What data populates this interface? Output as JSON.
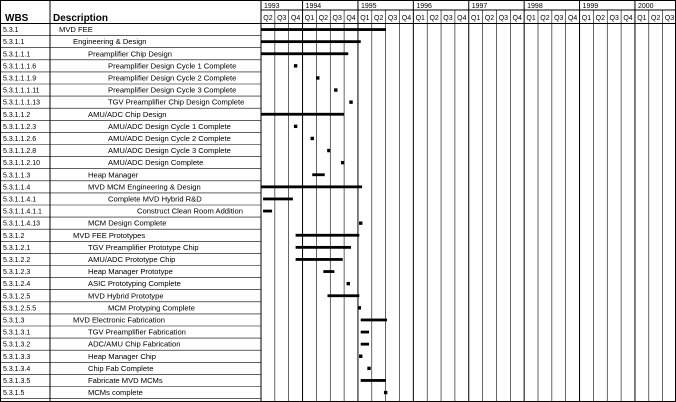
{
  "header": {
    "wbs_label": "WBS",
    "description_label": "Description"
  },
  "years": [
    "1993",
    "1994",
    "1995",
    "1996",
    "1997",
    "1998",
    "1999",
    "2000"
  ],
  "quarter_labels": [
    "Q2",
    "Q3",
    "Q4",
    "Q1",
    "Q2",
    "Q3",
    "Q4",
    "Q1",
    "Q2",
    "Q3",
    "Q4",
    "Q1",
    "Q2",
    "Q3",
    "Q4",
    "Q1",
    "Q2",
    "Q3",
    "Q4",
    "Q1",
    "Q2",
    "Q3",
    "Q4",
    "Q1",
    "Q2",
    "Q3",
    "Q4",
    "Q1",
    "Q2",
    "Q3"
  ],
  "chart_data": {
    "type": "gantt",
    "time_unit": "quarter index (0 = 1993 Q2)",
    "tasks": [
      {
        "wbs": "5.3.1",
        "name": "MVD FEE",
        "level": 1,
        "start": 0.0,
        "end": 9.0
      },
      {
        "wbs": "5.3.1.1",
        "name": "Engineering & Design",
        "level": 2,
        "start": 0.0,
        "end": 7.2
      },
      {
        "wbs": "5.3.1.1.1",
        "name": "Preamplifier Chip Design",
        "level": 3,
        "start": 0.0,
        "end": 6.3
      },
      {
        "wbs": "5.3.1.1.1.6",
        "name": "Preamplifier Design Cycle 1 Complete",
        "level": 4,
        "milestone": 2.5
      },
      {
        "wbs": "5.3.1.1.1.9",
        "name": "Preamplifier Design Cycle 2 Complete",
        "level": 4,
        "milestone": 4.1
      },
      {
        "wbs": "5.3.1.1.1.11",
        "name": "Preamplifier Design Cycle 3 Complete",
        "level": 4,
        "milestone": 5.4
      },
      {
        "wbs": "5.3.1.1.1.13",
        "name": "TGV Preamplifier Chip Design Complete",
        "level": 4,
        "milestone": 6.5
      },
      {
        "wbs": "5.3.1.1.2",
        "name": "AMU/ADC Chip Design",
        "level": 3,
        "start": 0.0,
        "end": 6.0
      },
      {
        "wbs": "5.3.1.1.2.3",
        "name": "AMU/ADC Design Cycle 1 Complete",
        "level": 4,
        "milestone": 2.5
      },
      {
        "wbs": "5.3.1.1.2.6",
        "name": "AMU/ADC Design Cycle 2 Complete",
        "level": 4,
        "milestone": 3.7
      },
      {
        "wbs": "5.3.1.1.2.8",
        "name": "AMU/ADC Design Cycle 3 Complete",
        "level": 4,
        "milestone": 4.9
      },
      {
        "wbs": "5.3.1.1.2.10",
        "name": "AMU/ADC Design Complete",
        "level": 4,
        "milestone": 5.9
      },
      {
        "wbs": "5.3.1.1.3",
        "name": "Heap Manager",
        "level": 3,
        "start": 3.7,
        "end": 4.6
      },
      {
        "wbs": "5.3.1.1.4",
        "name": "MVD MCM Engineering & Design",
        "level": 3,
        "start": 0.0,
        "end": 7.3
      },
      {
        "wbs": "5.3.1.1.4.1",
        "name": "Complete MVD Hybrid R&D",
        "level": 4,
        "start": 0.15,
        "end": 2.3
      },
      {
        "wbs": "5.3.1.1.4.1.1",
        "name": "Construct Clean Room Addition",
        "level": 5,
        "start": 0.15,
        "end": 0.8
      },
      {
        "wbs": "5.3.1.1.4.13",
        "name": "MCM Design Complete",
        "level": 3,
        "milestone": 7.2
      },
      {
        "wbs": "5.3.1.2",
        "name": "MVD FEE Prototypes",
        "level": 2,
        "start": 2.5,
        "end": 7.1
      },
      {
        "wbs": "5.3.1.2.1",
        "name": "TGV Preamplifier Prototype Chip",
        "level": 3,
        "start": 2.5,
        "end": 6.5
      },
      {
        "wbs": "5.3.1.2.2",
        "name": "AMU/ADC Prototype Chip",
        "level": 3,
        "start": 2.5,
        "end": 5.9
      },
      {
        "wbs": "5.3.1.2.3",
        "name": "Heap Manager Prototype",
        "level": 3,
        "start": 4.5,
        "end": 5.3
      },
      {
        "wbs": "5.3.1.2.4",
        "name": "ASIC Prototyping Complete",
        "level": 3,
        "milestone": 6.3
      },
      {
        "wbs": "5.3.1.2.5",
        "name": "MVD Hybrid Prototype",
        "level": 3,
        "start": 4.8,
        "end": 7.1
      },
      {
        "wbs": "5.3.1.2.5.5",
        "name": "MCM Protyping Complete",
        "level": 4,
        "milestone": 7.1
      },
      {
        "wbs": "5.3.1.3",
        "name": "MVD Electronic Fabrication",
        "level": 2,
        "start": 7.2,
        "end": 9.1
      },
      {
        "wbs": "5.3.1.3.1",
        "name": "TGV Preamplifier Fabrication",
        "level": 3,
        "start": 7.2,
        "end": 7.8
      },
      {
        "wbs": "5.3.1.3.2",
        "name": "ADC/AMU Chip Fabrication",
        "level": 3,
        "start": 7.2,
        "end": 7.8
      },
      {
        "wbs": "5.3.1.3.3",
        "name": "Heap Manager Chip",
        "level": 3,
        "milestone": 7.2
      },
      {
        "wbs": "5.3.1.3.4",
        "name": "Chip Fab Complete",
        "level": 3,
        "milestone": 7.8
      },
      {
        "wbs": "5.3.1.3.5",
        "name": "Fabricate MVD MCMs",
        "level": 3,
        "start": 7.2,
        "end": 9.0
      },
      {
        "wbs": "5.3.1.5",
        "name": "MCMs complete",
        "level": 3,
        "milestone": 9.0
      }
    ]
  }
}
